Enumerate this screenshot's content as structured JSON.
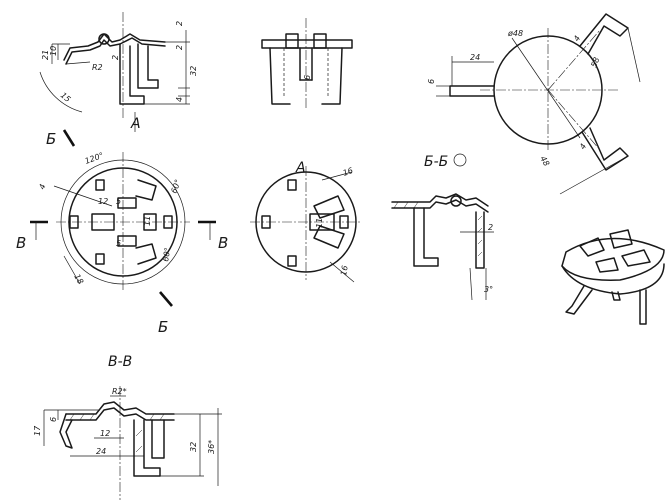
{
  "views": {
    "label_A1": "A",
    "label_A2": "A",
    "section_BB": "Б-Б",
    "section_VV": "В-В",
    "cut_B_top": "Б",
    "cut_B_bottom": "Б",
    "cut_V_left": "В",
    "cut_V_right": "В"
  },
  "dims": {
    "d10": "10",
    "d21": "21",
    "dR2": "R2",
    "d15": "15",
    "d2a": "2",
    "d2b": "2",
    "d2c": "2",
    "d32a": "32",
    "d4": "4",
    "d6a": "6",
    "dphi48": "ø48",
    "d24a": "24",
    "d6b": "6",
    "d58": "58",
    "d48": "48",
    "d4b": "4",
    "d4c": "4",
    "d120": "120°",
    "d60a": "60°",
    "d12a": "12",
    "d5a": "5",
    "d11": "11",
    "d5b": "5",
    "d18": "18",
    "d60b": "60°",
    "d16a": "16",
    "d11b": "11",
    "d16b": "16",
    "d2d": "2",
    "d3deg": "3°",
    "dR2s": "R2*",
    "d6c": "6",
    "d17": "17",
    "d12b": "12",
    "d24b": "24",
    "d32b": "32",
    "d36": "36*"
  }
}
